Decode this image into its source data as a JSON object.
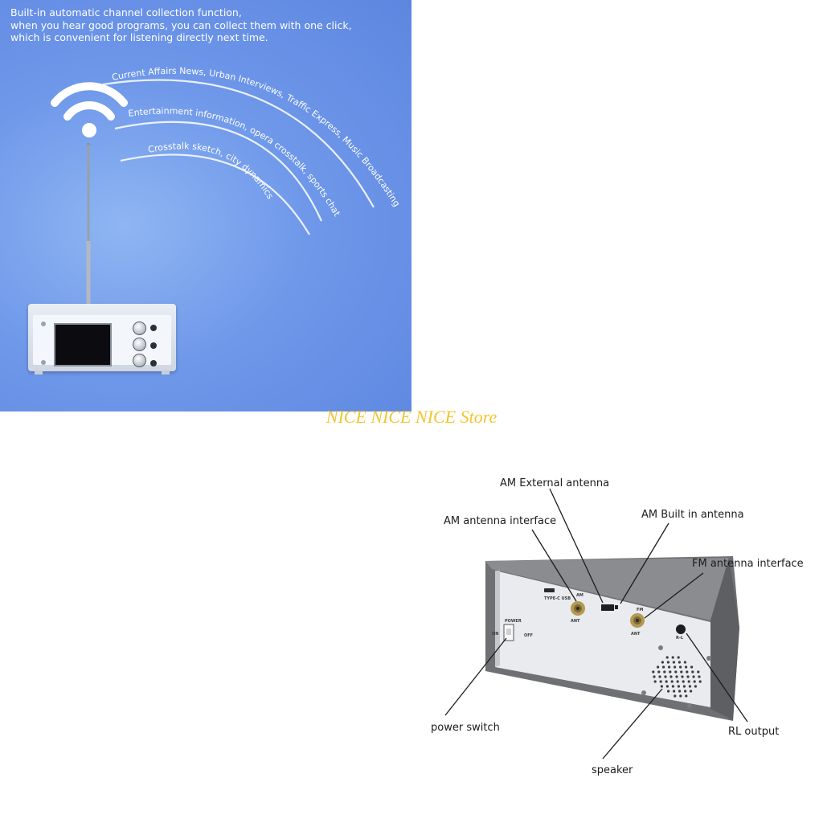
{
  "promo": {
    "intro_lines": [
      "Built-in automatic channel collection function,",
      "when you hear good programs, you can collect them with one click,",
      "which is convenient for listening directly next time."
    ],
    "arcs": [
      "Current Affairs News, Urban Interviews, Traffic Express, Music Broadcasting",
      "Entertainment information, opera crosstalk, sports chat",
      "Crosstalk sketch, city dynamics"
    ],
    "icon": "wifi-signal-icon",
    "colors": {
      "background": "#6f98ea",
      "text": "#ffffff"
    }
  },
  "store": {
    "label": "NICE NICE NICE Store",
    "color": "#f2c531"
  },
  "rear_panel": {
    "callouts": {
      "am_external_antenna": "AM External antenna",
      "am_antenna_interface": "AM antenna interface",
      "am_built_in_antenna": "AM Built in antenna",
      "fm_antenna_interface": "FM antenna interface",
      "power_switch": "power switch",
      "rl_output": "RL output",
      "speaker": "speaker"
    },
    "panel_marks": {
      "power": "POWER",
      "on": "ON",
      "off": "OFF",
      "usb": "TYPE-C USB",
      "am": "AM",
      "ant_left": "ANT",
      "fm": "FM",
      "ant_right": "ANT",
      "rl": "R-L"
    }
  }
}
